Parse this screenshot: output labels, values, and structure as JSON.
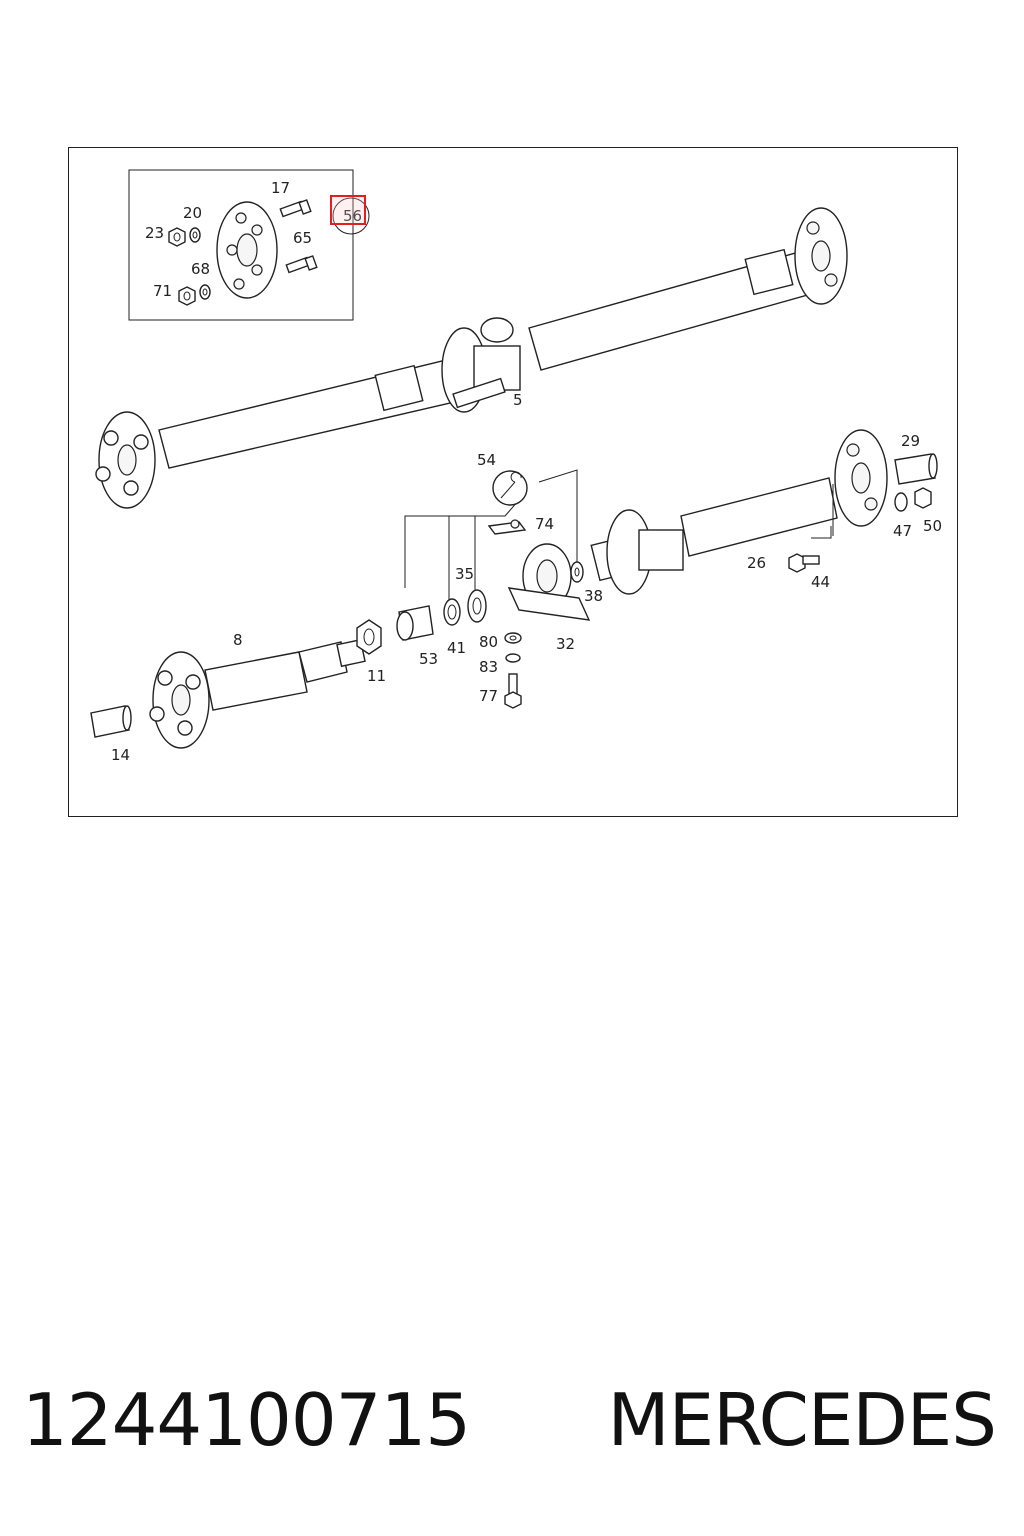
{
  "diagram": {
    "callouts": {
      "c17": "17",
      "c20": "20",
      "c23": "23",
      "c56": "56",
      "c65": "65",
      "c68": "68",
      "c71": "71",
      "c5": "5",
      "c29": "29",
      "c54": "54",
      "c74": "74",
      "c47": "47",
      "c50": "50",
      "c35": "35",
      "c26": "26",
      "c44": "44",
      "c38": "38",
      "c8": "8",
      "c41": "41",
      "c80": "80",
      "c32": "32",
      "c11": "11",
      "c53": "53",
      "c83": "83",
      "c77": "77",
      "c14": "14"
    },
    "highlighted_callout": "56",
    "highlight_color": "#e02020",
    "wrench_icon": "wrench-icon"
  },
  "caption": {
    "part_number": "1244100715",
    "brand": "MERCEDES"
  }
}
